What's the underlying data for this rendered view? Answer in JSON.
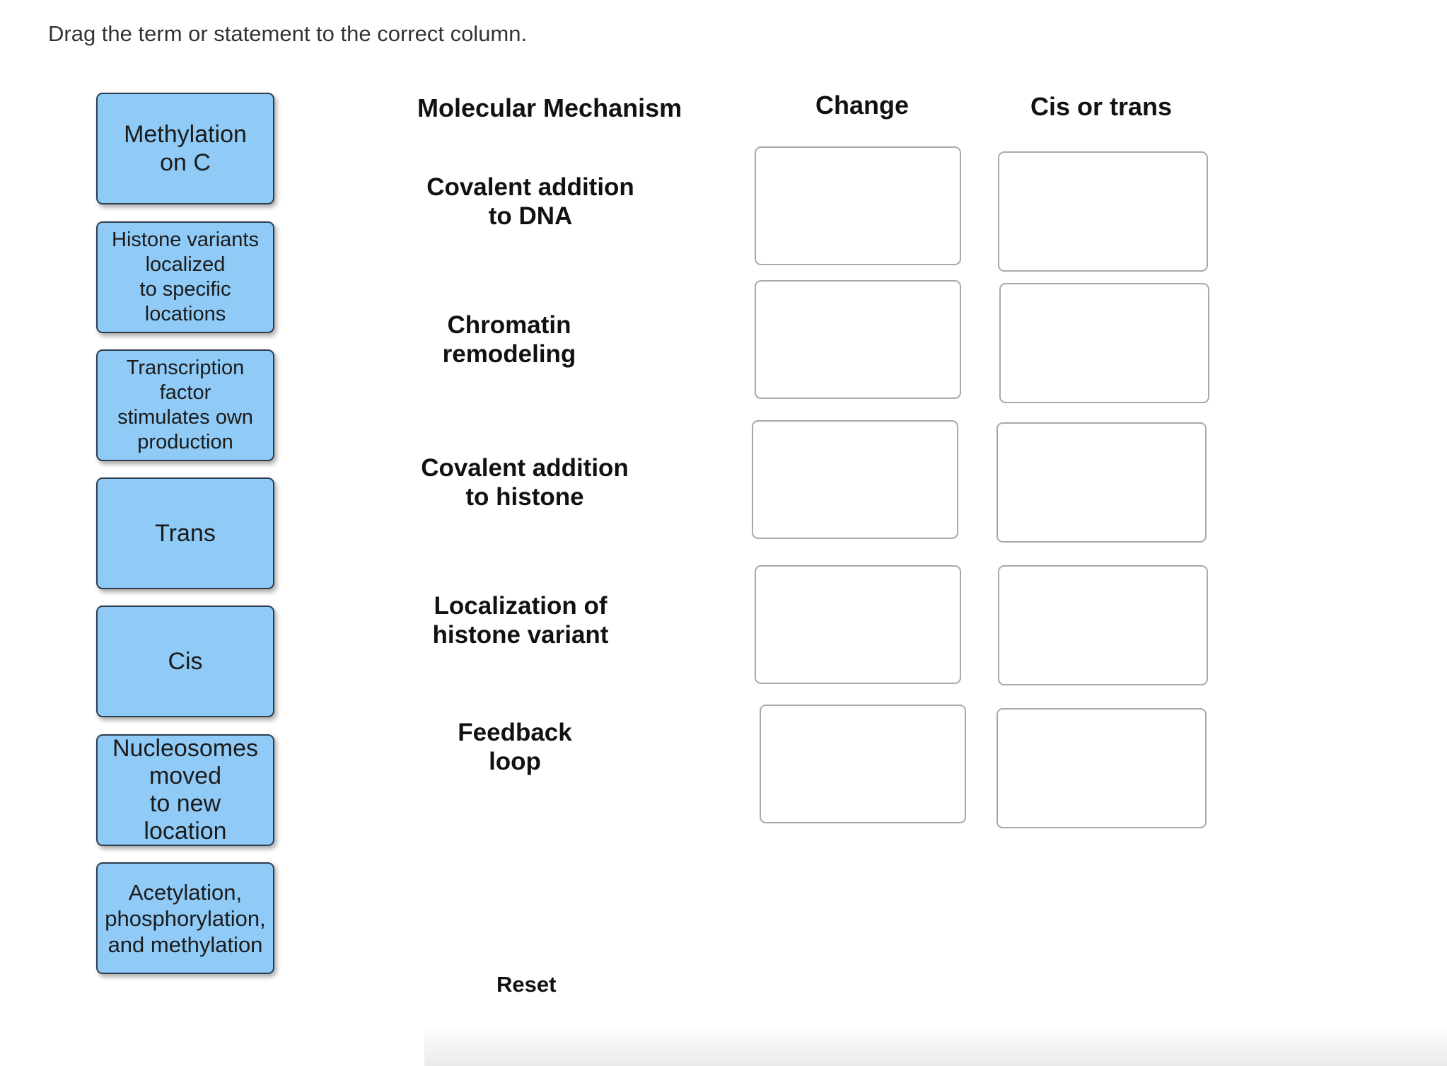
{
  "instruction": "Drag the term or statement to the correct column.",
  "terms": [
    {
      "label": "Methylation\non C"
    },
    {
      "label": "Histone variants\nlocalized\nto specific\nlocations"
    },
    {
      "label": "Transcription\nfactor\nstimulates own\nproduction"
    },
    {
      "label": "Trans"
    },
    {
      "label": "Cis"
    },
    {
      "label": "Nucleosomes\nmoved\nto new\nlocation"
    },
    {
      "label": "Acetylation,\nphosphorylation,\nand methylation"
    }
  ],
  "headers": {
    "mechanism": "Molecular Mechanism",
    "change": "Change",
    "cis_trans": "Cis or trans"
  },
  "rows": [
    {
      "label": "Covalent addition\nto DNA"
    },
    {
      "label": "Chromatin\nremodeling"
    },
    {
      "label": "Covalent addition\nto histone"
    },
    {
      "label": "Localization of\nhistone variant"
    },
    {
      "label": "Feedback\nloop"
    }
  ],
  "reset_label": "Reset"
}
